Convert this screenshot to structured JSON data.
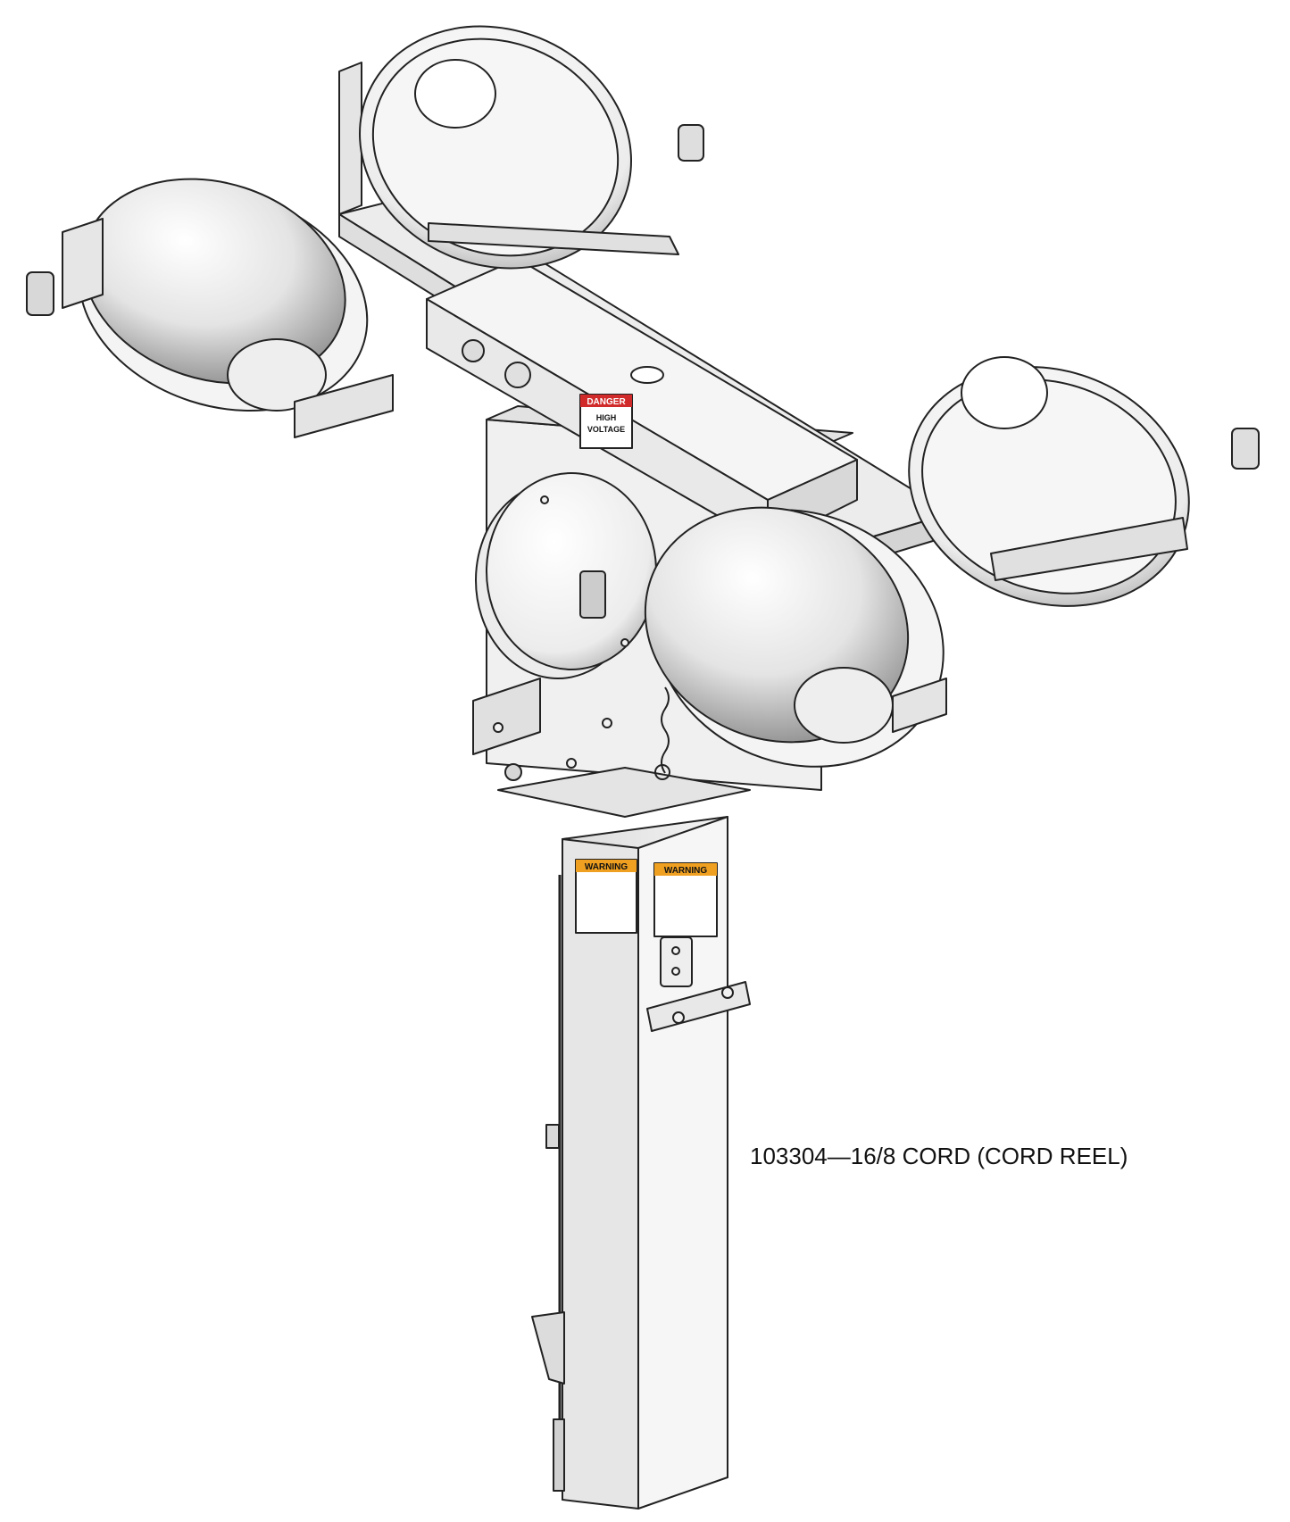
{
  "figure": {
    "caption": "103304—16/8 CORD (CORD REEL)"
  },
  "labels": {
    "danger": {
      "header": "DANGER",
      "line1": "HIGH",
      "line2": "VOLTAGE"
    },
    "warning": {
      "header": "WARNING"
    }
  },
  "colors": {
    "line": "#222222",
    "metal_fill": "#f2f2f2",
    "shade": "#bcbcbc",
    "danger_red": "#d12a2a",
    "warning_orange": "#f0a020"
  }
}
